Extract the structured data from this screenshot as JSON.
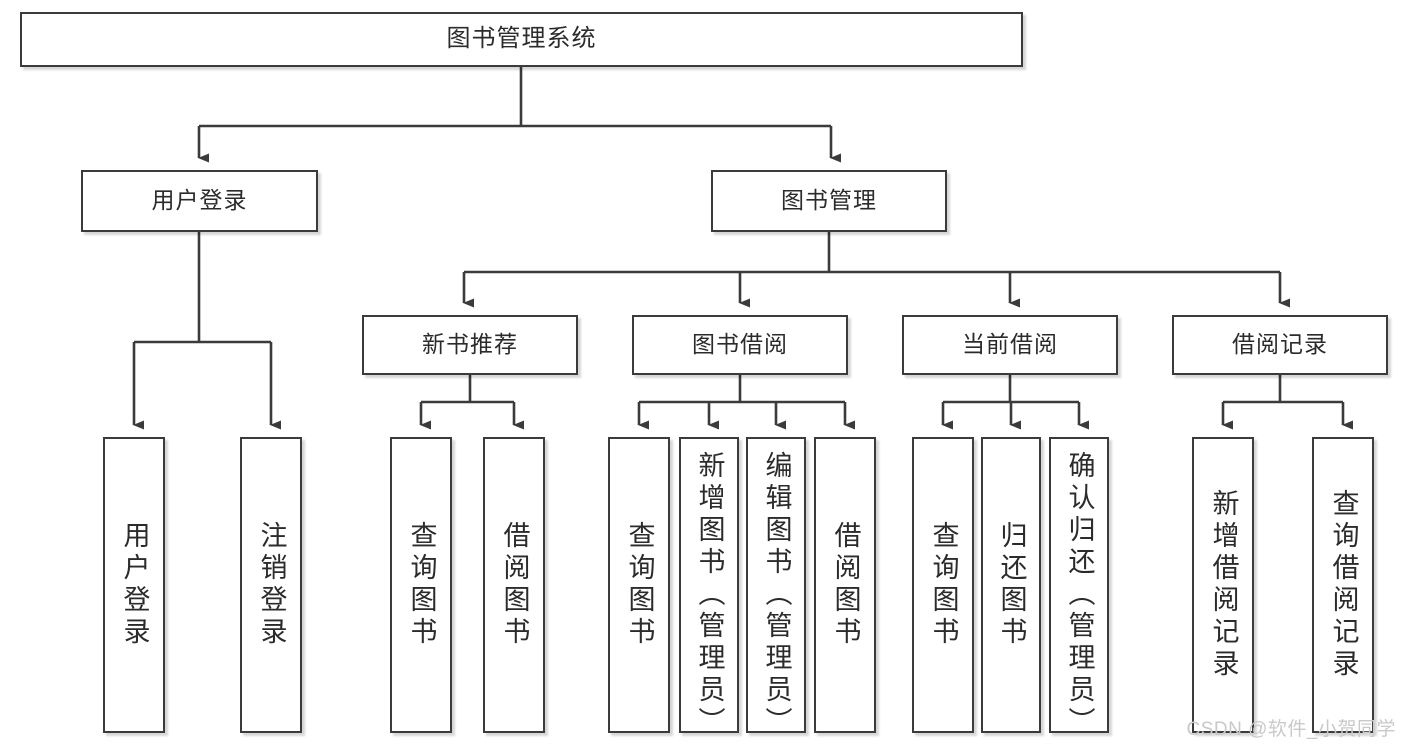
{
  "diagram": {
    "title": "图书管理系统",
    "type": "hierarchy-tree",
    "style": {
      "box_border_color": "#3b3b3b",
      "box_fill_color": "#ffffff",
      "connector_color": "#3b3b3b",
      "text_color": "#2b2b2b",
      "background_color": "#ffffff",
      "watermark_color": "#c9c9c9"
    }
  },
  "watermark": {
    "text": "CSDN @软件_小贺同学"
  },
  "nodes": {
    "root": {
      "label": "图书管理系统",
      "level": 0
    },
    "level1": [
      {
        "id": "user-login",
        "label": "用户登录",
        "level": 1
      },
      {
        "id": "book-management",
        "label": "图书管理",
        "level": 1
      }
    ],
    "level2": [
      {
        "id": "new-book-recommend",
        "label": "新书推荐",
        "level": 2,
        "parent": "book-management"
      },
      {
        "id": "book-borrow",
        "label": "图书借阅",
        "level": 2,
        "parent": "book-management"
      },
      {
        "id": "current-borrow",
        "label": "当前借阅",
        "level": 2,
        "parent": "book-management"
      },
      {
        "id": "borrow-record",
        "label": "借阅记录",
        "level": 2,
        "parent": "book-management"
      }
    ],
    "leaves": [
      {
        "id": "leaf-user-login",
        "label": "用户登录",
        "parent": "user-login"
      },
      {
        "id": "leaf-logout",
        "label": "注销登录",
        "parent": "user-login"
      },
      {
        "id": "leaf-query-book-rec",
        "label": "查询图书",
        "parent": "new-book-recommend"
      },
      {
        "id": "leaf-borrow-book-rec",
        "label": "借阅图书",
        "parent": "new-book-recommend"
      },
      {
        "id": "leaf-query-book-bor",
        "label": "查询图书",
        "parent": "book-borrow"
      },
      {
        "id": "leaf-add-book",
        "label": "新增图书（管理员）",
        "parent": "book-borrow"
      },
      {
        "id": "leaf-edit-book",
        "label": "编辑图书（管理员）",
        "parent": "book-borrow"
      },
      {
        "id": "leaf-borrow-book-bor",
        "label": "借阅图书",
        "parent": "book-borrow"
      },
      {
        "id": "leaf-query-book-cur",
        "label": "查询图书",
        "parent": "current-borrow"
      },
      {
        "id": "leaf-return-book",
        "label": "归还图书",
        "parent": "current-borrow"
      },
      {
        "id": "leaf-confirm-return",
        "label": "确认归还（管理员）",
        "parent": "current-borrow"
      },
      {
        "id": "leaf-add-record",
        "label": "新增借阅记录",
        "parent": "borrow-record"
      },
      {
        "id": "leaf-query-record",
        "label": "查询借阅记录",
        "parent": "borrow-record"
      }
    ]
  }
}
